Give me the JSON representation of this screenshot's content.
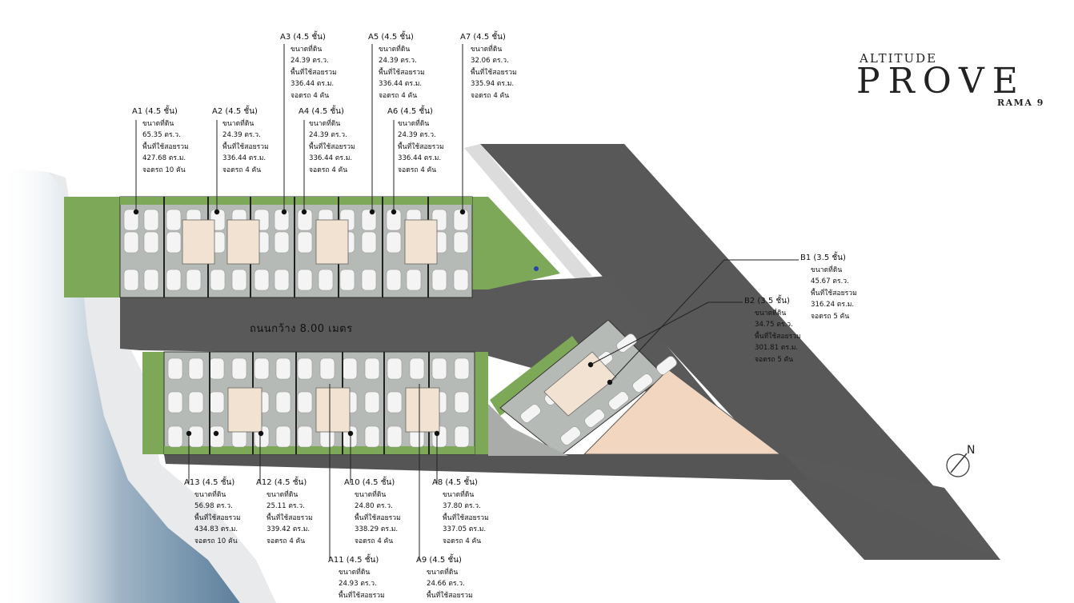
{
  "brand": {
    "top": "ALTITUDE",
    "main": "PROVE",
    "sub": "RAMA 9"
  },
  "road_label": "ถนนกว้าง 8.00 เมตร",
  "compass": {
    "label": "N"
  },
  "colors": {
    "road": "#575757",
    "grass": "#7ca857",
    "lot_gray": "#b6bab6",
    "water": "#6f8ea8",
    "sand": "#f3d6c0"
  },
  "units": {
    "A1": {
      "title": "A1 (4.5 ชั้น)",
      "land_label": "ขนาดที่ดิน",
      "land": "65.35 ตร.ว.",
      "area_label": "พื้นที่ใช้สอยรวม",
      "area": "427.68 ตร.ม.",
      "parking": "จอดรถ 10 คัน"
    },
    "A2": {
      "title": "A2 (4.5 ชั้น)",
      "land_label": "ขนาดที่ดิน",
      "land": "24.39 ตร.ว.",
      "area_label": "พื้นที่ใช้สอยรวม",
      "area": "336.44 ตร.ม.",
      "parking": "จอดรถ 4 คัน"
    },
    "A3": {
      "title": "A3 (4.5 ชั้น)",
      "land_label": "ขนาดที่ดิน",
      "land": "24.39 ตร.ว.",
      "area_label": "พื้นที่ใช้สอยรวม",
      "area": "336.44 ตร.ม.",
      "parking": "จอดรถ 4 คัน"
    },
    "A4": {
      "title": "A4 (4.5 ชั้น)",
      "land_label": "ขนาดที่ดิน",
      "land": "24.39 ตร.ว.",
      "area_label": "พื้นที่ใช้สอยรวม",
      "area": "336.44 ตร.ม.",
      "parking": "จอดรถ 4 คัน"
    },
    "A5": {
      "title": "A5 (4.5 ชั้น)",
      "land_label": "ขนาดที่ดิน",
      "land": "24.39 ตร.ว.",
      "area_label": "พื้นที่ใช้สอยรวม",
      "area": "336.44 ตร.ม.",
      "parking": "จอดรถ 4 คัน"
    },
    "A6": {
      "title": "A6 (4.5 ชั้น)",
      "land_label": "ขนาดที่ดิน",
      "land": "24.39 ตร.ว.",
      "area_label": "พื้นที่ใช้สอยรวม",
      "area": "336.44 ตร.ม.",
      "parking": "จอดรถ 4 คัน"
    },
    "A7": {
      "title": "A7 (4.5 ชั้น)",
      "land_label": "ขนาดที่ดิน",
      "land": "32.06 ตร.ว.",
      "area_label": "พื้นที่ใช้สอยรวม",
      "area": "335.94 ตร.ม.",
      "parking": "จอดรถ 4 คัน"
    },
    "B1": {
      "title": "B1 (3.5 ชั้น)",
      "land_label": "ขนาดที่ดิน",
      "land": "45.67 ตร.ว.",
      "area_label": "พื้นที่ใช้สอยรวม",
      "area": "316.24 ตร.ม.",
      "parking": "จอดรถ 5 คัน"
    },
    "B2": {
      "title": "B2 (3.5 ชั้น)",
      "land_label": "ขนาดที่ดิน",
      "land": "34.75 ตร.ว.",
      "area_label": "พื้นที่ใช้สอยรวม",
      "area": "301.81 ตร.ม.",
      "parking": "จอดรถ 5 คัน"
    },
    "A13": {
      "title": "A13 (4.5 ชั้น)",
      "land_label": "ขนาดที่ดิน",
      "land": "56.98 ตร.ว.",
      "area_label": "พื้นที่ใช้สอยรวม",
      "area": "434.83 ตร.ม.",
      "parking": "จอดรถ 10 คัน"
    },
    "A12": {
      "title": "A12 (4.5 ชั้น)",
      "land_label": "ขนาดที่ดิน",
      "land": "25.11 ตร.ว.",
      "area_label": "พื้นที่ใช้สอยรวม",
      "area": "339.42 ตร.ม.",
      "parking": "จอดรถ 4 คัน"
    },
    "A10": {
      "title": "A10 (4.5 ชั้น)",
      "land_label": "ขนาดที่ดิน",
      "land": "24.80 ตร.ว.",
      "area_label": "พื้นที่ใช้สอยรวม",
      "area": "338.29 ตร.ม.",
      "parking": "จอดรถ 4 คัน"
    },
    "A8": {
      "title": "A8 (4.5 ชั้น)",
      "land_label": "ขนาดที่ดิน",
      "land": "37.80 ตร.ว.",
      "area_label": "พื้นที่ใช้สอยรวม",
      "area": "337.05 ตร.ม.",
      "parking": "จอดรถ 4 คัน"
    },
    "A11": {
      "title": "A11 (4.5 ชั้น)",
      "land_label": "ขนาดที่ดิน",
      "land": "24.93 ตร.ว.",
      "area_label": "พื้นที่ใช้สอยรวม"
    },
    "A9": {
      "title": "A9 (4.5 ชั้น)",
      "land_label": "ขนาดที่ดิน",
      "land": "24.66 ตร.ว.",
      "area_label": "พื้นที่ใช้สอยรวม"
    }
  }
}
